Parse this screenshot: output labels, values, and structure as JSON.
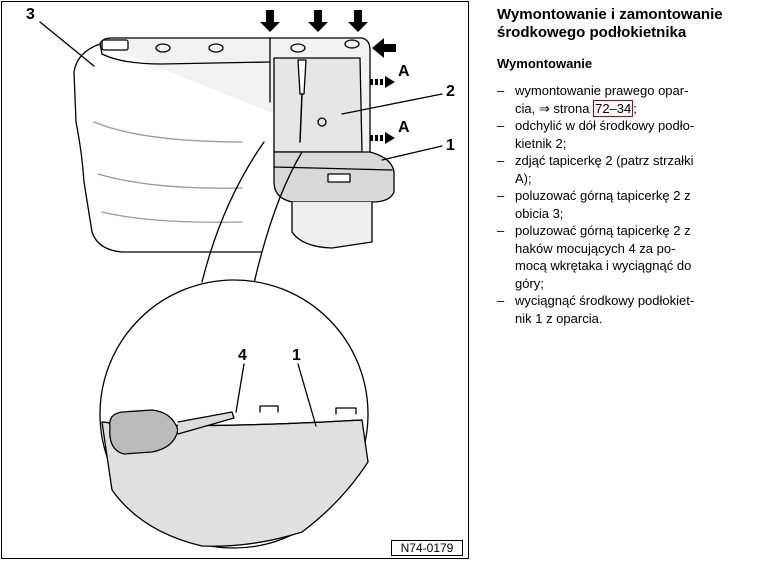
{
  "figure": {
    "labels": {
      "l3": "3",
      "l2": "2",
      "l1": "1",
      "a1": "A",
      "a2": "A",
      "d4": "4",
      "d1": "1"
    },
    "figure_id": "N74-0179"
  },
  "content": {
    "title_line1": "Wymontowanie i zamontowanie",
    "title_line2": "środkowego podłokietnika",
    "section": "Wymontowanie",
    "steps": [
      {
        "line1": "wymontowanie prawego opar-",
        "line2_prefix": "cia, ⇒ strona ",
        "link": "72–34",
        "line2_suffix": ";"
      },
      {
        "line1": "odchylić w dół środkowy podło-",
        "line2": "kietnik 2;"
      },
      {
        "line1": "zdjąć tapicerkę 2 (patrz strzałki",
        "line2": "A);"
      },
      {
        "line1": "poluzować górną tapicerkę 2 z",
        "line2": "obicia 3;"
      },
      {
        "line1": "poluzować górną tapicerkę 2 z",
        "line2": "haków mocujących 4 za po-",
        "line3": "mocą wkrętaka i wyciągnąć do",
        "line4": "góry;"
      },
      {
        "line1": "wyciągnąć środkowy podłokiet-",
        "line2": "nik 1 z oparcia."
      }
    ]
  }
}
